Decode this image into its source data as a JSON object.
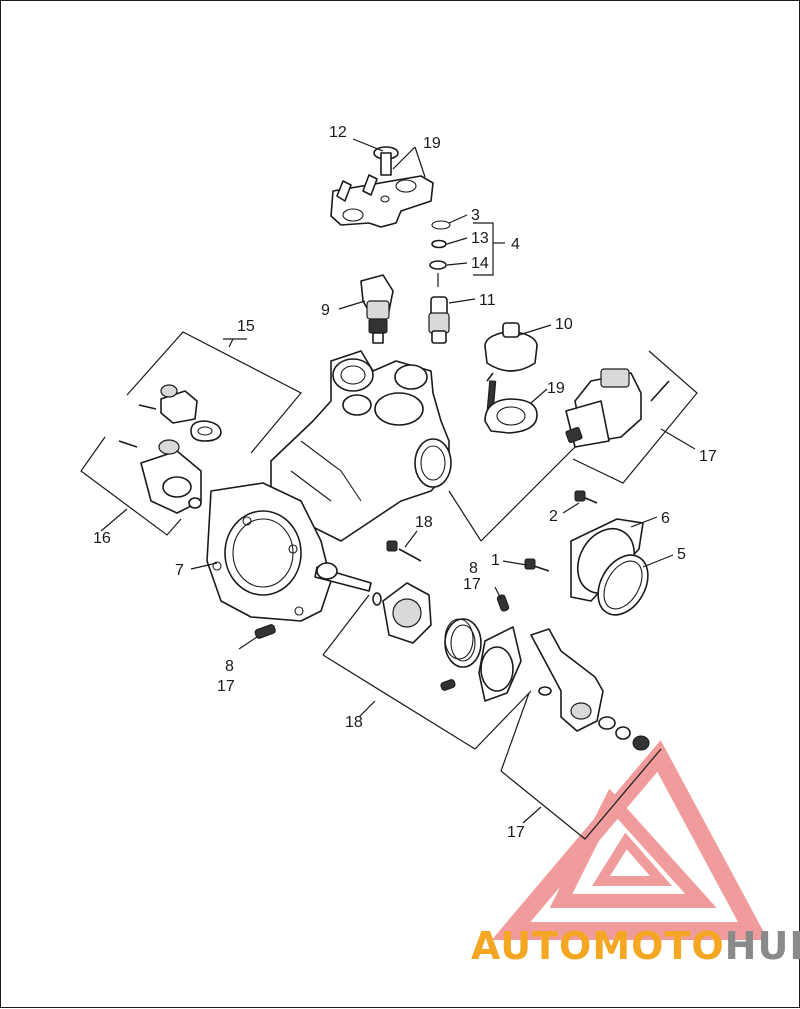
{
  "diagram": {
    "callouts": {
      "c1": "1",
      "c2": "2",
      "c3": "3",
      "c4": "4",
      "c5": "5",
      "c6": "6",
      "c7": "7",
      "c8a": "8",
      "c17a": "17",
      "c8b": "8",
      "c17b": "17",
      "c9": "9",
      "c10": "10",
      "c11": "11",
      "c12": "12",
      "c13": "13",
      "c14": "14",
      "c15": "15",
      "c16": "16",
      "c17c": "17",
      "c17d": "17",
      "c18a": "18",
      "c18b": "18",
      "c19a": "19",
      "c19b": "19"
    }
  },
  "watermark": {
    "brand_left": "AUTO",
    "brand_mid": "MOTO",
    "brand_right": "HUB",
    "color_orange": "#f5a623",
    "color_red": "#e74c4c",
    "color_gray": "#8a8a8a"
  }
}
